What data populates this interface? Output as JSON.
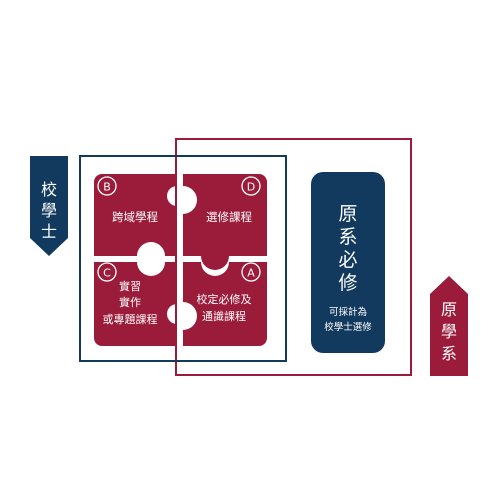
{
  "colors": {
    "crimson": "#9b1b3a",
    "navy": "#123a5e",
    "white": "#ffffff",
    "background": "#ffffff"
  },
  "left_tag": {
    "chars": [
      "校",
      "學",
      "士"
    ]
  },
  "right_tag": {
    "chars": [
      "原",
      "學",
      "系"
    ]
  },
  "puzzle": {
    "piece_b": {
      "badge": "B",
      "label": "跨域學程"
    },
    "piece_d": {
      "badge": "D",
      "label": "選修課程"
    },
    "piece_c": {
      "badge": "C",
      "lines": [
        "實習",
        "實作",
        "或專題課程"
      ]
    },
    "piece_a": {
      "badge": "A",
      "lines": [
        "校定必修及",
        "通識課程"
      ]
    }
  },
  "required_card": {
    "title_chars": [
      "原",
      "系",
      "必",
      "修"
    ],
    "note_lines": [
      "可採計為",
      "校學士選修"
    ]
  }
}
